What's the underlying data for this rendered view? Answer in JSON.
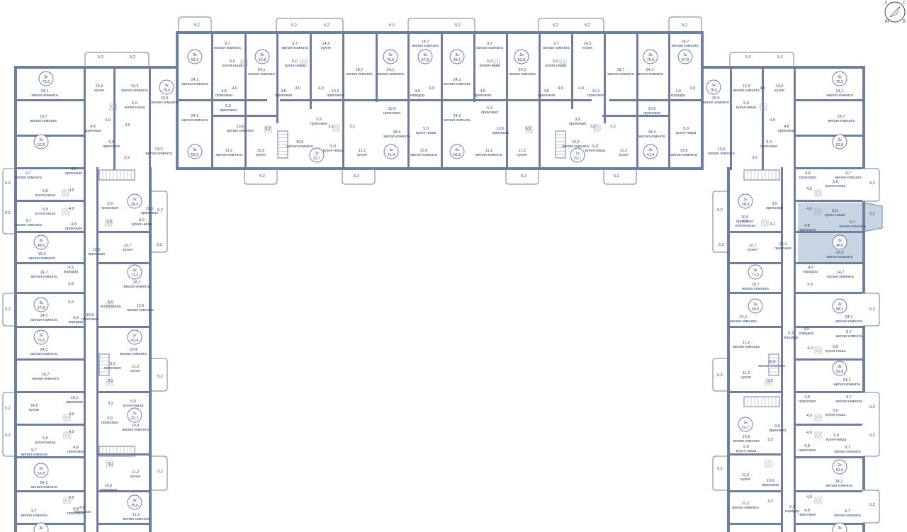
{
  "compass": {
    "north": "С",
    "south": "Ю",
    "east": "В",
    "west": "З"
  },
  "balcony_area": "5,2",
  "apartments": [
    {
      "id": "a1",
      "type": "2к",
      "area": "76,5"
    },
    {
      "id": "a2",
      "type": "3к",
      "area": "75,6"
    },
    {
      "id": "a3",
      "type": "2к",
      "area": "58,1"
    },
    {
      "id": "a4",
      "type": "2к",
      "area": "52,8"
    },
    {
      "id": "a5",
      "type": "2к",
      "area": "76,6"
    },
    {
      "id": "a6",
      "type": "2к",
      "area": "57,8"
    },
    {
      "id": "a7",
      "type": "2к",
      "area": "58,1"
    },
    {
      "id": "a8",
      "type": "2к",
      "area": "52,8"
    },
    {
      "id": "a9",
      "type": "2к",
      "area": "76,6"
    },
    {
      "id": "a10",
      "type": "2к",
      "area": "57,8"
    },
    {
      "id": "a11",
      "type": "3к",
      "area": "75,6"
    },
    {
      "id": "a12",
      "type": "2к",
      "area": "76,5"
    },
    {
      "id": "a13",
      "type": "2к",
      "area": "65,5"
    },
    {
      "id": "a14",
      "type": "1к",
      "area": "22,7"
    },
    {
      "id": "a15",
      "type": "1к",
      "area": "41,4"
    },
    {
      "id": "a16",
      "type": "2к",
      "area": "65,5"
    },
    {
      "id": "a17",
      "type": "1к",
      "area": "22,7"
    },
    {
      "id": "a18",
      "type": "1к",
      "area": "41,4"
    },
    {
      "id": "a19",
      "type": "2к",
      "area": "52,8"
    },
    {
      "id": "a20",
      "type": "1к",
      "area": "28,9"
    },
    {
      "id": "a21",
      "type": "2к",
      "area": "48,6"
    },
    {
      "id": "a22",
      "type": "2к",
      "area": "71,2"
    },
    {
      "id": "a23",
      "type": "2к",
      "area": "57,8"
    },
    {
      "id": "a24",
      "type": "2к",
      "area": "76,6"
    },
    {
      "id": "a25",
      "type": "1к",
      "area": "41,4"
    },
    {
      "id": "a26",
      "type": "1к",
      "area": "22,7"
    },
    {
      "id": "a27",
      "type": "2к",
      "area": "52,8"
    },
    {
      "id": "a28",
      "type": "3к",
      "area": "70,6"
    },
    {
      "id": "a29",
      "type": "2к",
      "area": "52,8"
    },
    {
      "id": "a30",
      "type": "1к",
      "area": "28,9"
    },
    {
      "id": "a31",
      "type": "2к",
      "area": "48,6"
    },
    {
      "id": "a32",
      "type": "3к",
      "area": "71,2"
    },
    {
      "id": "a33",
      "type": "2к",
      "area": "65,5"
    },
    {
      "id": "a34",
      "type": "2к",
      "area": "58,1"
    },
    {
      "id": "a35",
      "type": "2к",
      "area": "52,8"
    },
    {
      "id": "a36",
      "type": "1к",
      "area": "22,7"
    },
    {
      "id": "a37",
      "type": "2к",
      "area": "52,8"
    },
    {
      "id": "a38",
      "type": "3к",
      "area": ""
    },
    {
      "id": "a39",
      "type": "3к",
      "area": ""
    }
  ],
  "rooms": [
    {
      "id": "r1",
      "a": "24,1",
      "n": "жилая комната"
    },
    {
      "id": "r2",
      "a": "14,6",
      "n": "кухня"
    },
    {
      "id": "r3",
      "a": "13,3",
      "n": "жилая комната"
    },
    {
      "id": "r4",
      "a": "18,7",
      "n": "жилая комната"
    },
    {
      "id": "r5",
      "a": "4,8",
      "n": "прихожая"
    },
    {
      "id": "r6",
      "a": "5,0",
      "n": "кухня-ниша"
    },
    {
      "id": "r7",
      "a": "19,9",
      "n": "жилая комната"
    },
    {
      "id": "r8",
      "a": "9,0",
      "n": "прихожая"
    },
    {
      "id": "r9",
      "a": "13,9",
      "n": "жилая комната"
    },
    {
      "id": "r10",
      "a": "24,1",
      "n": "жилая комната"
    },
    {
      "id": "r11",
      "a": "9,7",
      "n": "жилая комната"
    },
    {
      "id": "r12",
      "a": "4,8",
      "n": "прихожая"
    },
    {
      "id": "r13",
      "a": "5,0",
      "n": "кухня-ниша"
    },
    {
      "id": "r14",
      "a": "9,7",
      "n": "жилая комната"
    },
    {
      "id": "r15",
      "a": "14,5",
      "n": "кухня"
    },
    {
      "id": "r16",
      "a": "18,7",
      "n": "жилая комната"
    },
    {
      "id": "r17",
      "a": "24,1",
      "n": "жилая комната"
    },
    {
      "id": "r18",
      "a": "14,7",
      "n": "жилая комната"
    },
    {
      "id": "r19",
      "a": "4,9",
      "n": "коридор"
    },
    {
      "id": "r20",
      "a": "10,6",
      "n": "прихожая"
    },
    {
      "id": "r21",
      "a": "6,3",
      "n": "прихожая"
    },
    {
      "id": "r22",
      "a": "11,2",
      "n": "жилая комната"
    },
    {
      "id": "r23",
      "a": "11,2",
      "n": "кухня"
    },
    {
      "id": "r24",
      "a": "10,6",
      "n": "жилая комната"
    },
    {
      "id": "r25",
      "a": "18,4",
      "n": "жилая комната"
    },
    {
      "id": "r26",
      "a": "13,6",
      "n": "жилая комната"
    },
    {
      "id": "r27",
      "a": "10,1",
      "n": "прихожая"
    },
    {
      "id": "r28",
      "a": "19,9",
      "n": "жилая комната"
    },
    {
      "id": "r29",
      "a": "14,7",
      "n": "жилая комната"
    },
    {
      "id": "r30",
      "a": "12,1",
      "n": "прихожая"
    },
    {
      "id": "r31",
      "a": "12,7",
      "n": "кухня"
    },
    {
      "id": "r32",
      "a": "10,6",
      "n": "жилая комната"
    },
    {
      "id": "r33",
      "a": "3,9",
      "n": "прихожая"
    },
    {
      "id": "r34",
      "a": "18,7",
      "n": "жилая комната"
    },
    {
      "id": "r35",
      "a": "13,6",
      "n": "жилая комната"
    },
    {
      "id": "r36",
      "a": "10,5",
      "n": "прихожая"
    },
    {
      "id": "r37",
      "a": "19,4",
      "n": "жилая комната"
    },
    {
      "id": "r38",
      "a": "11,2",
      "n": "кухня"
    },
    {
      "id": "r39",
      "a": "14,6",
      "n": "кухня"
    },
    {
      "id": "r40",
      "a": "10,1",
      "n": "прихожая"
    },
    {
      "id": "r41",
      "a": "5,7",
      "n": "жилая комната"
    },
    {
      "id": "r42",
      "a": "5,3",
      "n": "коридор"
    },
    {
      "id": "r43",
      "a": "11,2",
      "n": "жилая комната"
    }
  ],
  "dims": [
    "3,2",
    "4,0",
    "3,9",
    "3,5",
    "3,4",
    "4,6",
    "3,1",
    "5,1"
  ]
}
